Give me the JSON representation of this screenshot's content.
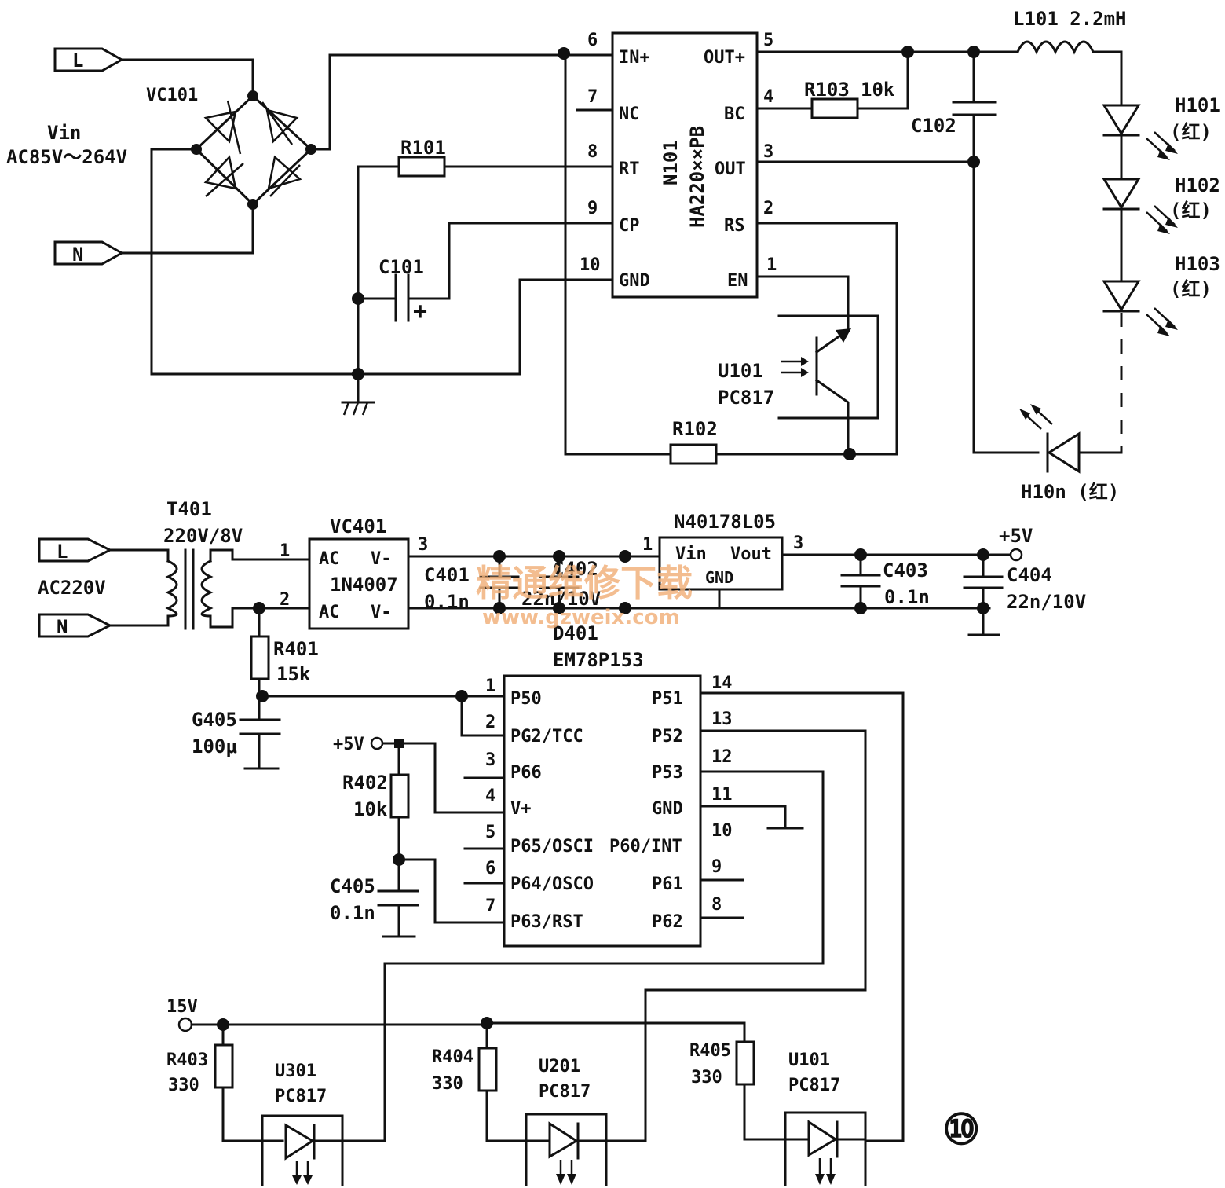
{
  "top": {
    "inputs": {
      "L": "L",
      "N": "N"
    },
    "vin_label": "Vin",
    "vin_range": "AC85V～264V",
    "bridge": "VC101",
    "ic": {
      "ref": "N101",
      "part": "HA220××PB",
      "left_pins": [
        {
          "num": "6",
          "name": "IN+"
        },
        {
          "num": "7",
          "name": "NC"
        },
        {
          "num": "8",
          "name": "RT"
        },
        {
          "num": "9",
          "name": "CP"
        },
        {
          "num": "10",
          "name": "GND"
        }
      ],
      "right_pins": [
        {
          "num": "5",
          "name": "OUT+"
        },
        {
          "num": "4",
          "name": "BC"
        },
        {
          "num": "3",
          "name": "OUT"
        },
        {
          "num": "2",
          "name": "RS"
        },
        {
          "num": "1",
          "name": "EN"
        }
      ]
    },
    "r101": "R101",
    "c101": "C101",
    "r102": "R102",
    "r103": "R103",
    "r103_val": "10k",
    "c102": "C102",
    "l101": "L101 2.2mH",
    "u101": "U101",
    "u101_part": "PC817",
    "leds": [
      {
        "ref": "H101",
        "color": "(红)"
      },
      {
        "ref": "H102",
        "color": "(红)"
      },
      {
        "ref": "H103",
        "color": "(红)"
      }
    ],
    "led_n": "H10n (红)",
    "plus": "+"
  },
  "bottom": {
    "inputs": {
      "L": "L",
      "N": "N"
    },
    "ac_label": "AC220V",
    "t401": "T401",
    "t401_val": "220V/8V",
    "vc401": "VC401",
    "vc401_part": "1N4007",
    "vc401_pins": {
      "p1": "1",
      "p2": "2",
      "p3": "3",
      "ac": "AC",
      "vm": "V-"
    },
    "c401": "C401",
    "c401_val": "0.1n",
    "c402": "C402",
    "c402_val": "22n/10V",
    "reg": "N40178L05",
    "reg_pins": {
      "vin": "Vin",
      "vout": "Vout",
      "gnd": "GND",
      "p1": "1",
      "p3": "3"
    },
    "c403": "C403",
    "c403_val": "0.1n",
    "c404": "C404",
    "c404_val": "22n/10V",
    "plus5v": "+5V",
    "plus5v_b": "+5V",
    "r401": "R401",
    "r401_val": "15k",
    "c405a": "G405",
    "c405a_val": "100μ",
    "r402": "R402",
    "r402_val": "10k",
    "c405b": "C405",
    "c405b_val": "0.1n",
    "mcu": {
      "ref": "D401",
      "part": "EM78P153",
      "left_pins": [
        {
          "num": "1",
          "name": "P50"
        },
        {
          "num": "2",
          "name": "PG2/TCC"
        },
        {
          "num": "3",
          "name": "P66"
        },
        {
          "num": "4",
          "name": "V+"
        },
        {
          "num": "5",
          "name": "P65/OSCI"
        },
        {
          "num": "6",
          "name": "P64/OSCO"
        },
        {
          "num": "7",
          "name": "P63/RST"
        }
      ],
      "right_pins": [
        {
          "num": "14",
          "name": "P51"
        },
        {
          "num": "13",
          "name": "P52"
        },
        {
          "num": "12",
          "name": "P53"
        },
        {
          "num": "11",
          "name": "GND"
        },
        {
          "num": "10",
          "name": "P60/INT"
        },
        {
          "num": "9",
          "name": "P61"
        },
        {
          "num": "8",
          "name": "P62"
        }
      ]
    },
    "v15": "15V",
    "opto": [
      {
        "r": "R403",
        "rv": "330",
        "u": "U301",
        "part": "PC817"
      },
      {
        "r": "R404",
        "rv": "330",
        "u": "U201",
        "part": "PC817"
      },
      {
        "r": "R405",
        "rv": "330",
        "u": "U101",
        "part": "PC817"
      }
    ],
    "fig": "⑩"
  },
  "watermark": {
    "main": "精通维修下载",
    "url": "www.gzweix.com",
    "color": "#f1b27d"
  }
}
